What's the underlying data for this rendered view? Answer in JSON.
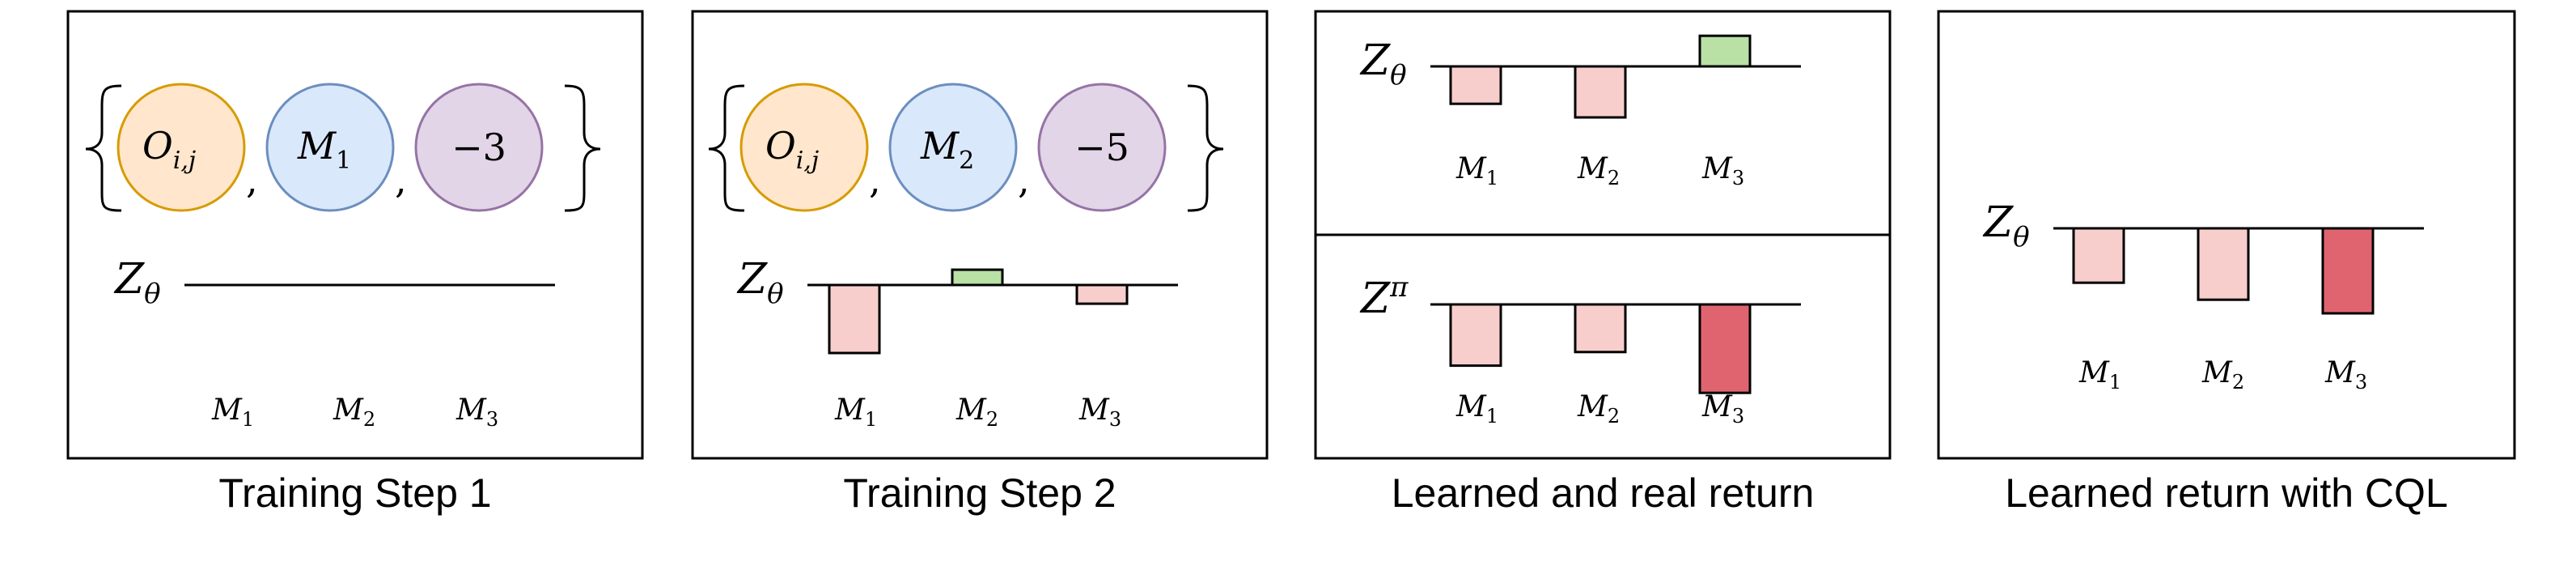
{
  "colors": {
    "orange_fill": "#ffe6cc",
    "orange_stroke": "#d79b00",
    "blue_fill": "#dae8fc",
    "blue_stroke": "#6c8ebf",
    "purple_fill": "#e1d5e7",
    "purple_stroke": "#9673a6",
    "pink_bar": "#f8cecc",
    "green_bar": "#b9e0a5",
    "red_bar": "#e06470"
  },
  "panels": [
    {
      "caption": "Training Step 1",
      "tuple": {
        "obs": "O",
        "obs_sub": "i,j",
        "model": "M",
        "model_sub": "1",
        "reward": "−3"
      },
      "z_label": "Z",
      "z_sub": "θ",
      "models": [
        {
          "m": "M",
          "sub": "1"
        },
        {
          "m": "M",
          "sub": "2"
        },
        {
          "m": "M",
          "sub": "3"
        }
      ],
      "bars": [
        0,
        0,
        0
      ]
    },
    {
      "caption": "Training Step 2",
      "tuple": {
        "obs": "O",
        "obs_sub": "i,j",
        "model": "M",
        "model_sub": "2",
        "reward": "−5"
      },
      "z_label": "Z",
      "z_sub": "θ",
      "models": [
        {
          "m": "M",
          "sub": "1"
        },
        {
          "m": "M",
          "sub": "2"
        },
        {
          "m": "M",
          "sub": "3"
        }
      ],
      "bars": [
        -2,
        0.45,
        -0.55
      ],
      "bar_colors": [
        "pink",
        "green",
        "pink"
      ]
    },
    {
      "caption": "Learned and real return",
      "top": {
        "z_label": "Z",
        "z_sub": "θ",
        "models": [
          {
            "m": "M",
            "sub": "1"
          },
          {
            "m": "M",
            "sub": "2"
          },
          {
            "m": "M",
            "sub": "3"
          }
        ],
        "bars": [
          -1.1,
          -1.5,
          0.9
        ],
        "bar_colors": [
          "pink",
          "pink",
          "green"
        ]
      },
      "bottom": {
        "z_label": "Z",
        "z_sup": "π",
        "models": [
          {
            "m": "M",
            "sub": "1"
          },
          {
            "m": "M",
            "sub": "2"
          },
          {
            "m": "M",
            "sub": "3"
          }
        ],
        "bars": [
          -1.8,
          -1.4,
          -2.6
        ],
        "bar_colors": [
          "pink",
          "pink",
          "red"
        ]
      }
    },
    {
      "caption": "Learned return with CQL",
      "z_label": "Z",
      "z_sub": "θ",
      "models": [
        {
          "m": "M",
          "sub": "1"
        },
        {
          "m": "M",
          "sub": "2"
        },
        {
          "m": "M",
          "sub": "3"
        }
      ],
      "bars": [
        -1.6,
        -2.1,
        -2.5
      ],
      "bar_colors": [
        "pink",
        "pink",
        "red"
      ]
    }
  ]
}
